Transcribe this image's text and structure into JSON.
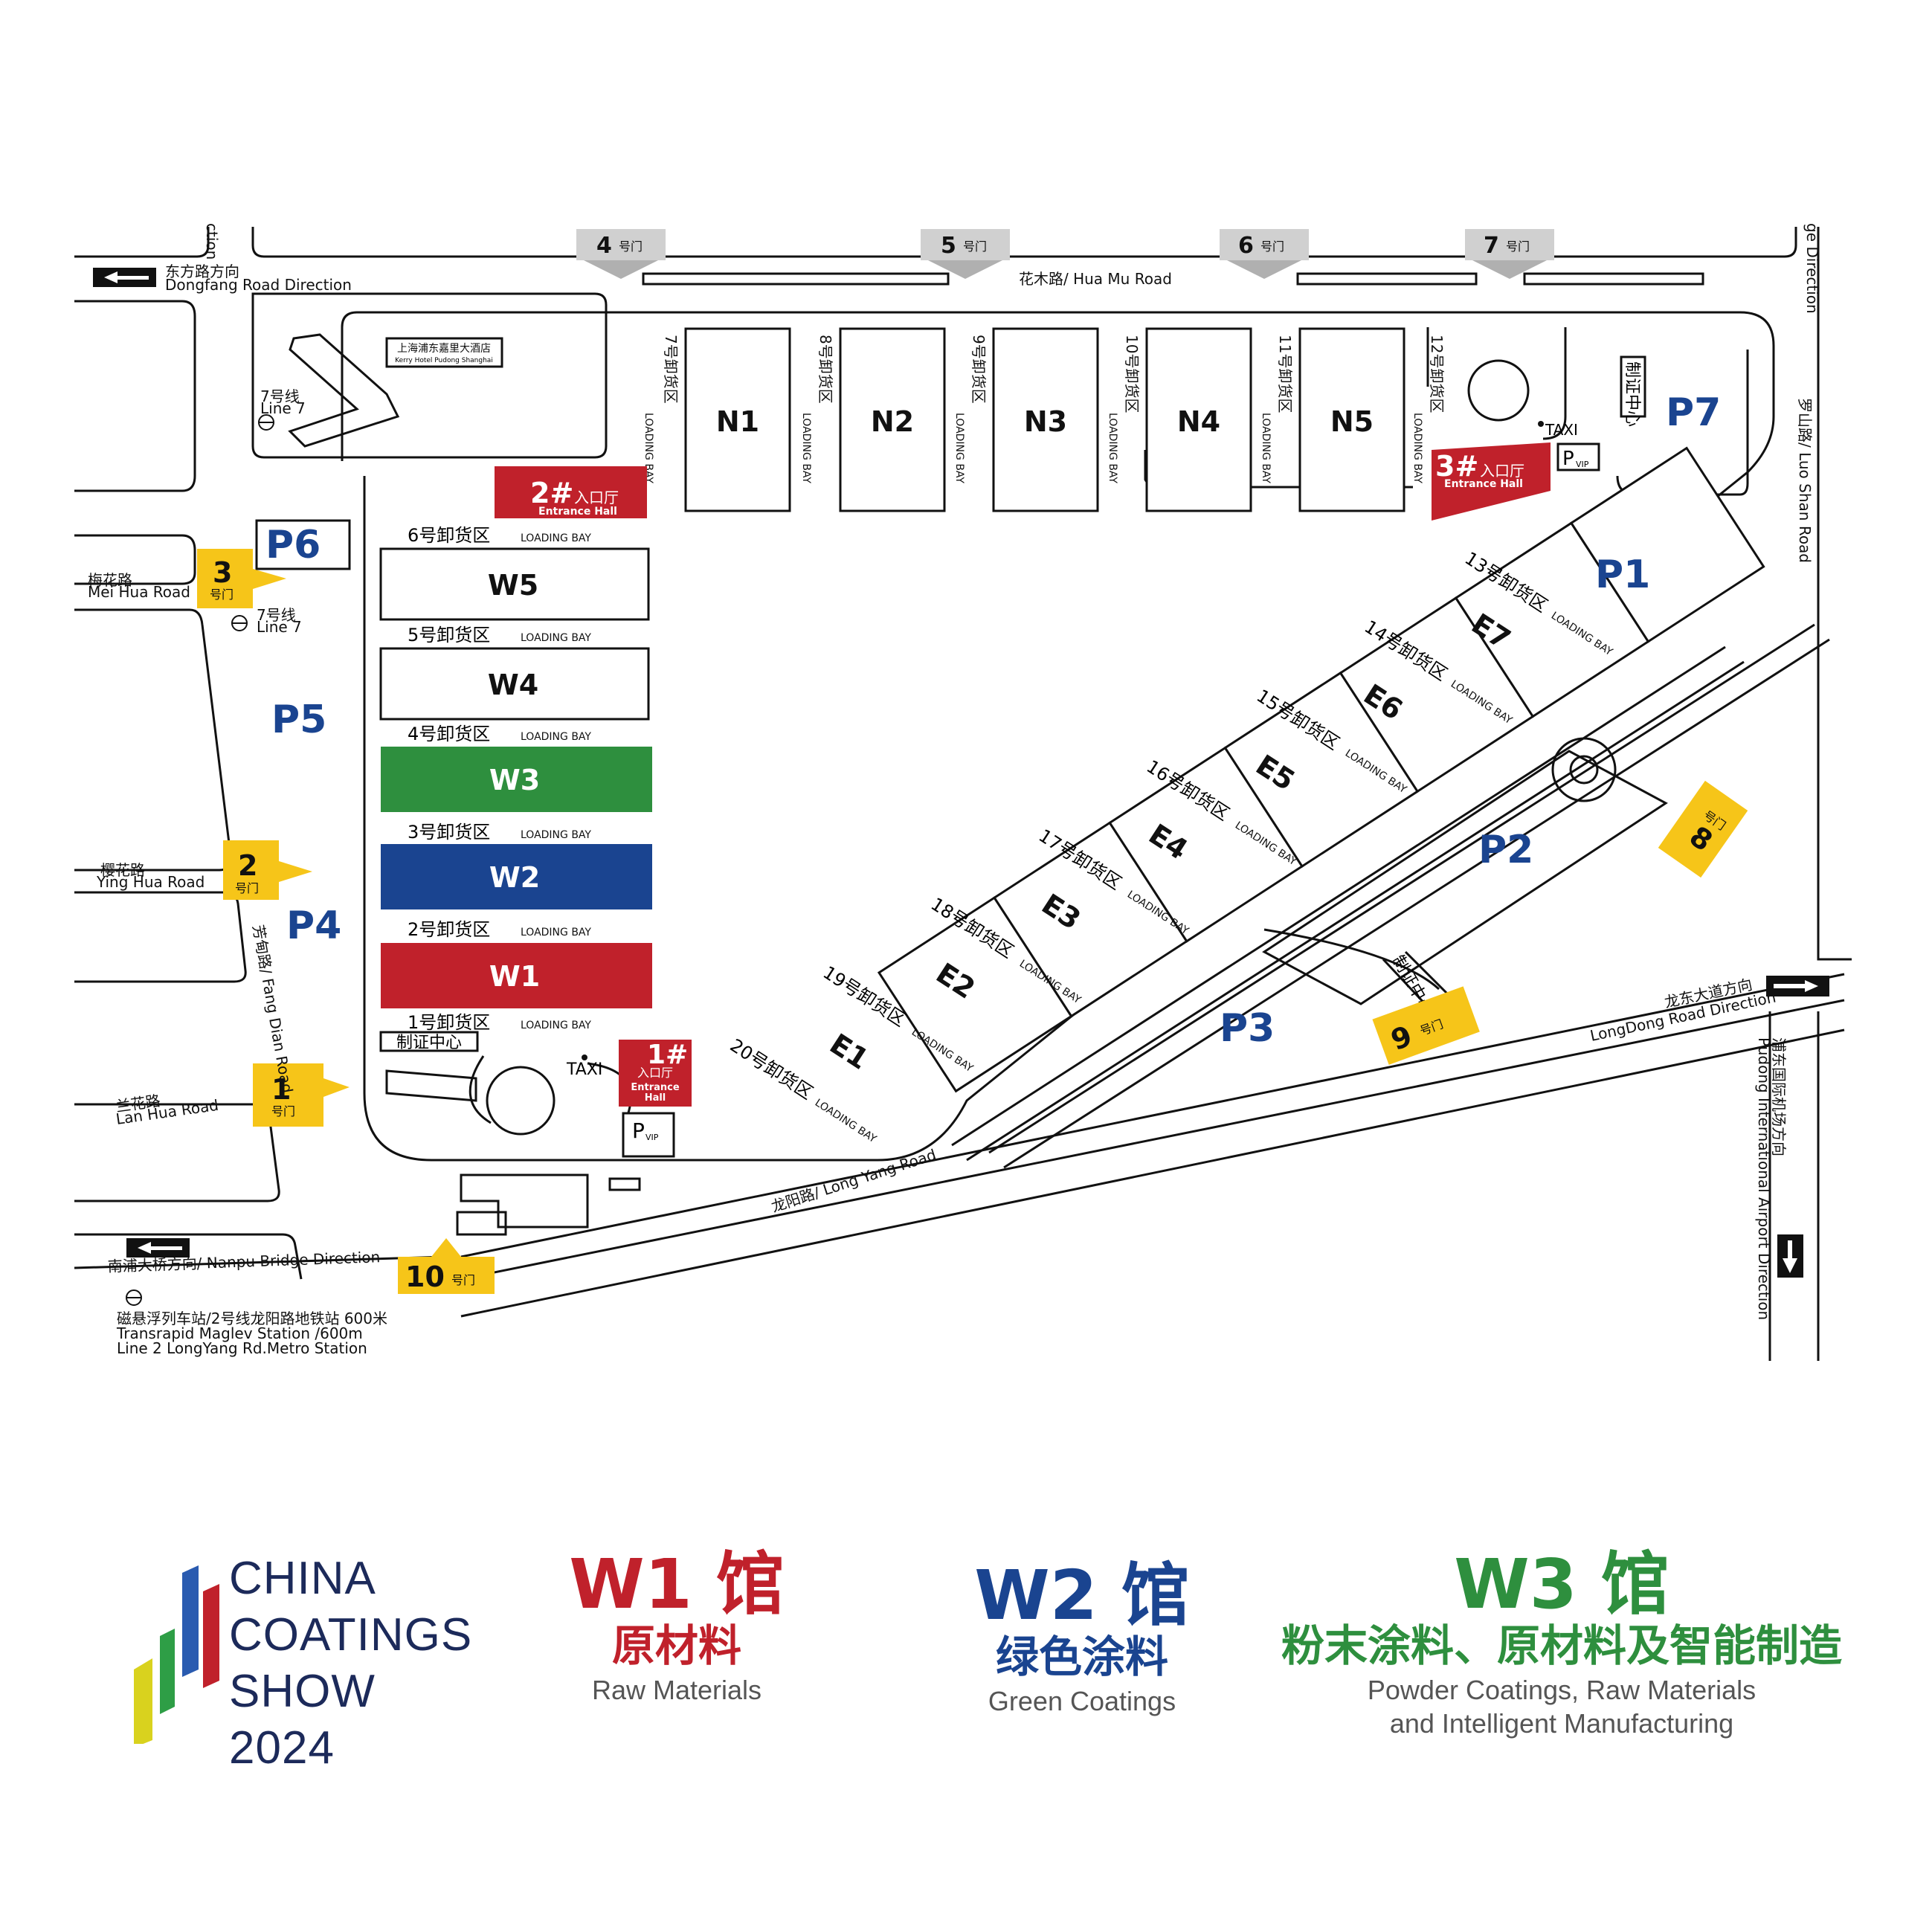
{
  "colors": {
    "w1": "#c0212b",
    "w2": "#1a4490",
    "w3": "#2e8f3e",
    "entrance": "#c0212b",
    "gate": "#f6c519",
    "parking": "#1a4490",
    "legend_grey": "#555555"
  },
  "halls": {
    "north": [
      "N1",
      "N2",
      "N3",
      "N4",
      "N5"
    ],
    "west": [
      "W5",
      "W4",
      "W3",
      "W2",
      "W1"
    ],
    "east": [
      "E7",
      "E6",
      "E5",
      "E4",
      "E3",
      "E2",
      "E1"
    ]
  },
  "loading_bays": {
    "north": [
      "7号卸货区",
      "8号卸货区",
      "9号卸货区",
      "10号卸货区",
      "11号卸货区",
      "12号卸货区"
    ],
    "west": [
      "6号卸货区",
      "5号卸货区",
      "4号卸货区",
      "3号卸货区",
      "2号卸货区",
      "1号卸货区"
    ],
    "east": [
      "13号卸货区",
      "14号卸货区",
      "15号卸货区",
      "16号卸货区",
      "17号卸货区",
      "18号卸货区",
      "19号卸货区",
      "20号卸货区"
    ],
    "suffix": "LOADING BAY"
  },
  "parking": [
    "P1",
    "P2",
    "P3",
    "P4",
    "P5",
    "P6",
    "P7"
  ],
  "entrances": {
    "e1": {
      "num": "1#",
      "cn": "入口厅",
      "en_1": "Entrance",
      "en_2": "Hall"
    },
    "e2": {
      "num": "2#",
      "cn": "入口厅",
      "en": "Entrance Hall"
    },
    "e3": {
      "num": "3#",
      "cn": "入口厅",
      "en": "Entrance Hall"
    }
  },
  "gates": {
    "g1": "1",
    "g2": "2",
    "g3": "3",
    "g4": "4",
    "g5": "5",
    "g6": "6",
    "g7": "7",
    "g8": "8",
    "g9": "9",
    "g10": "10",
    "suffix": "号门"
  },
  "badge_center": "制证中心",
  "taxi": "TAXI",
  "vip": {
    "p": "P",
    "sub": "VIP"
  },
  "hotel": {
    "cn": "上海浦东嘉里大酒店",
    "en": "Kerry Hotel Pudong Shanghai"
  },
  "metro": {
    "line_cn": "7号线",
    "line_en": "Line 7"
  },
  "roads": {
    "huamu": "花木路/ Hua Mu Road",
    "dongfang_cn": "东方路方向",
    "dongfang_en": "Dongfang Road Direction",
    "meihua_cn": "梅花路",
    "meihua_en": "Mei Hua Road",
    "yinghua_cn": "樱花路",
    "yinghua_en": "Ying Hua Road",
    "lanhua_cn": "兰花路",
    "lanhua_en": "Lan Hua Road",
    "fangdian": "芳甸路/ Fang Dian Road",
    "longyang": "龙阳路/ Long Yang Road",
    "nanpu": "南浦大桥方向/ Nanpu Bridge Direction",
    "longdong_cn": "龙东大道方向",
    "longdong_en": "LongDong Road Direction",
    "luoshan": "罗山路/ Luo Shan Road",
    "airport_cn": "浦东国际机场方向",
    "airport_en": "Pudong International Airport Direction",
    "top_left_fragment": "ction",
    "top_right_fragment": "ge Direction"
  },
  "maglev": {
    "line1": "磁悬浮列车站/2号线龙阳路地铁站  600米",
    "line2": "Transrapid Maglev Station  /600m",
    "line3": "Line 2 LongYang Rd.Metro Station"
  },
  "brand": {
    "line1": "CHINA",
    "line2": "COATINGS",
    "line3": "SHOW 2024"
  },
  "legend": {
    "w1": {
      "code": "W1 馆",
      "cn": "原材料",
      "en": "Raw Materials"
    },
    "w2": {
      "code": "W2 馆",
      "cn": "绿色涂料",
      "en": "Green Coatings"
    },
    "w3": {
      "code": "W3 馆",
      "cn": "粉末涂料、原材料及智能制造",
      "en_1": "Powder Coatings, Raw Materials",
      "en_2": "and Intelligent Manufacturing"
    }
  }
}
